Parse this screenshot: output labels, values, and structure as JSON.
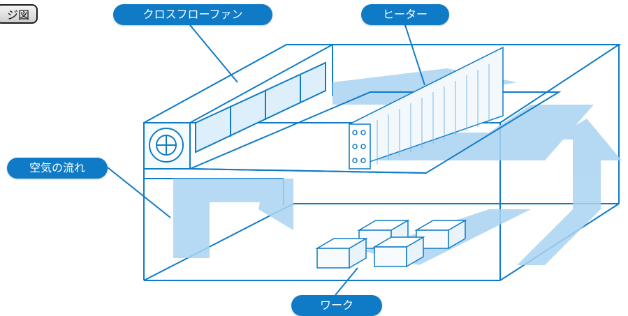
{
  "header_tag": "ジ図",
  "labels": {
    "cross_flow_fan": "クロスフローファン",
    "heater": "ヒーター",
    "air_flow": "空気の流れ",
    "work": "ワーク"
  },
  "colors": {
    "label_fill": "#0f7bc7",
    "line": "#0f7bc7",
    "air_fill": "#a9d3f1"
  }
}
